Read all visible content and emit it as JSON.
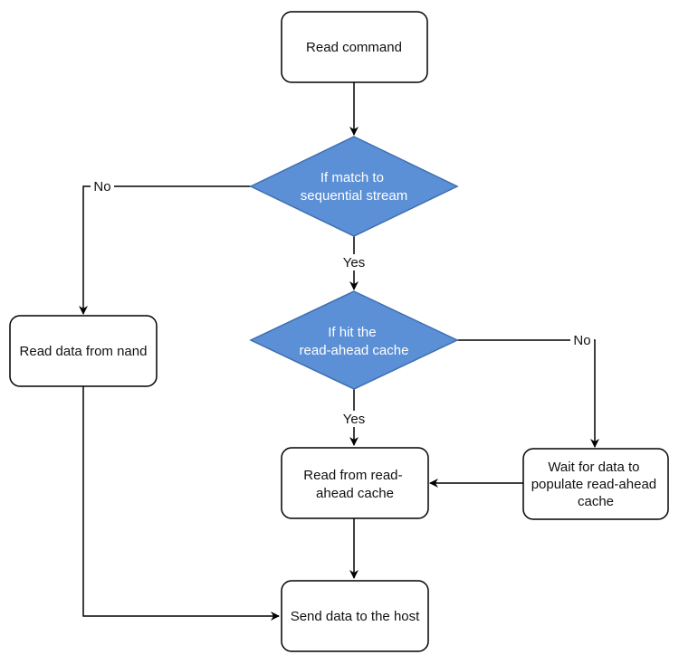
{
  "nodes": {
    "read_command": {
      "lines": [
        "Read command"
      ]
    },
    "match_sequential": {
      "lines": [
        "If match to",
        "sequential stream"
      ]
    },
    "hit_cache": {
      "lines": [
        "If hit the",
        "read-ahead cache"
      ]
    },
    "read_nand": {
      "lines": [
        "Read data from nand"
      ]
    },
    "read_cache": {
      "lines": [
        "Read from read-",
        "ahead cache"
      ]
    },
    "wait_populate": {
      "lines": [
        "Wait for data to",
        "populate read-ahead",
        "cache"
      ]
    },
    "send_host": {
      "lines": [
        "Send data to the host"
      ]
    }
  },
  "edges": {
    "match_no": "No",
    "match_yes": "Yes",
    "hit_yes": "Yes",
    "hit_no": "No"
  },
  "colors": {
    "decision_fill": "#5b8fd6",
    "decision_stroke": "#3f6fb0",
    "box_stroke": "#000000",
    "line": "#000000"
  }
}
